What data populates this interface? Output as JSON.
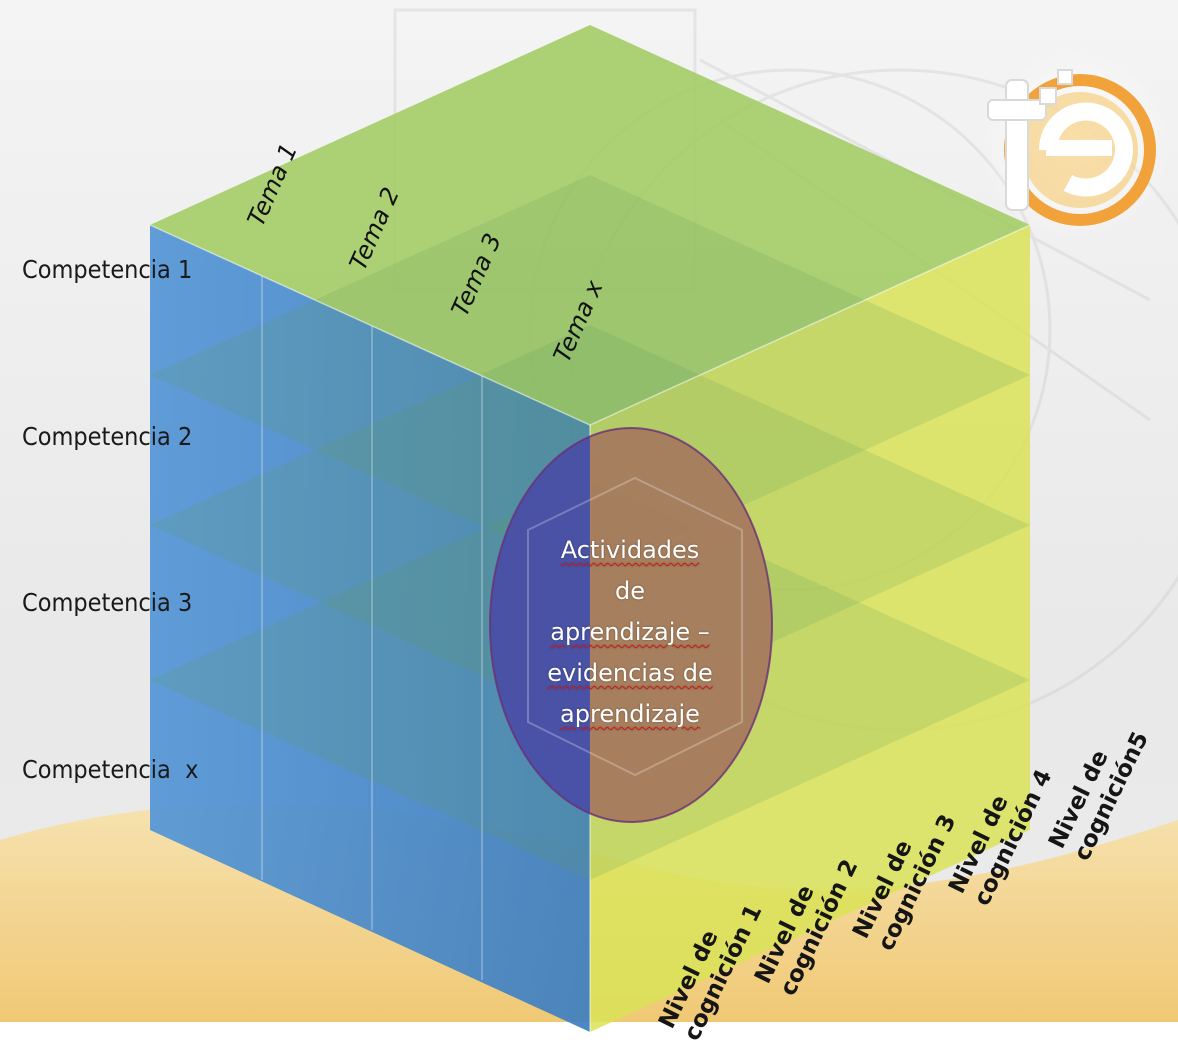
{
  "competencias": [
    "Competencia 1",
    "Competencia 2",
    "Competencia 3",
    "Competencia  x"
  ],
  "temas": [
    "Tema 1",
    "Tema 2",
    "Tema 3",
    "Tema x"
  ],
  "niveles": [
    [
      "Nivel de",
      "cognición 1"
    ],
    [
      "Nivel de",
      "cognición 2"
    ],
    [
      "Nivel de",
      "cognición 3"
    ],
    [
      "Nivel de",
      "cognición 4"
    ],
    [
      "Nivel de",
      "cognición5"
    ]
  ],
  "centro": {
    "lineas": [
      "Actividades",
      "de",
      "aprendizaje –",
      "evidencias de",
      "aprendizaje"
    ]
  },
  "logo": {
    "text": "tie"
  },
  "colors": {
    "left_face": "#4d8fd0",
    "top_face": "#9cc85e",
    "right_face": "#d7e25a",
    "ellipse_left": "#4a4fa6",
    "ellipse_right": "#a57a5e",
    "floor": "#f2cf86",
    "logo_orange": "#f2a23a"
  }
}
